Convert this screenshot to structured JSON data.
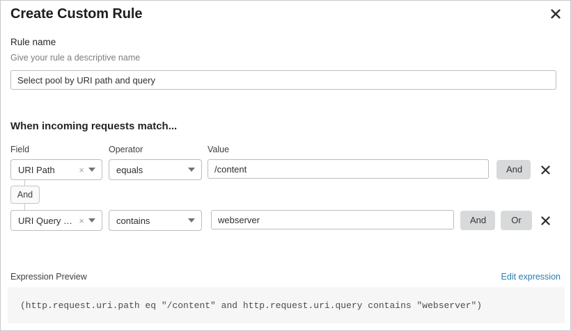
{
  "dialog": {
    "title": "Create Custom Rule",
    "close_icon": "close-icon"
  },
  "rule_name": {
    "label": "Rule name",
    "help": "Give your rule a descriptive name",
    "value": "Select pool by URI path and query",
    "placeholder": ""
  },
  "match_section": {
    "heading": "When incoming requests match...",
    "columns": {
      "field": "Field",
      "operator": "Operator",
      "value": "Value"
    },
    "rows": [
      {
        "field": "URI Path",
        "operator": "equals",
        "value": "/content",
        "clear_icon": "clear-icon",
        "caret_icon": "chevron-down-icon",
        "buttons": [
          "And"
        ],
        "remove_icon": "close-icon"
      },
      {
        "field": "URI Query St...",
        "operator": "contains",
        "value": "webserver",
        "clear_icon": "clear-icon",
        "caret_icon": "chevron-down-icon",
        "buttons": [
          "And",
          "Or"
        ],
        "remove_icon": "close-icon"
      }
    ],
    "connector": "And"
  },
  "expression_preview": {
    "label": "Expression Preview",
    "edit_link": "Edit expression",
    "expression": "(http.request.uri.path eq \"/content\" and http.request.uri.query contains \"webserver\")"
  },
  "colors": {
    "link": "#2c7cb0",
    "button_bg": "#d8d9db",
    "border": "#b9bcc0",
    "preview_bg": "#f6f6f6"
  }
}
